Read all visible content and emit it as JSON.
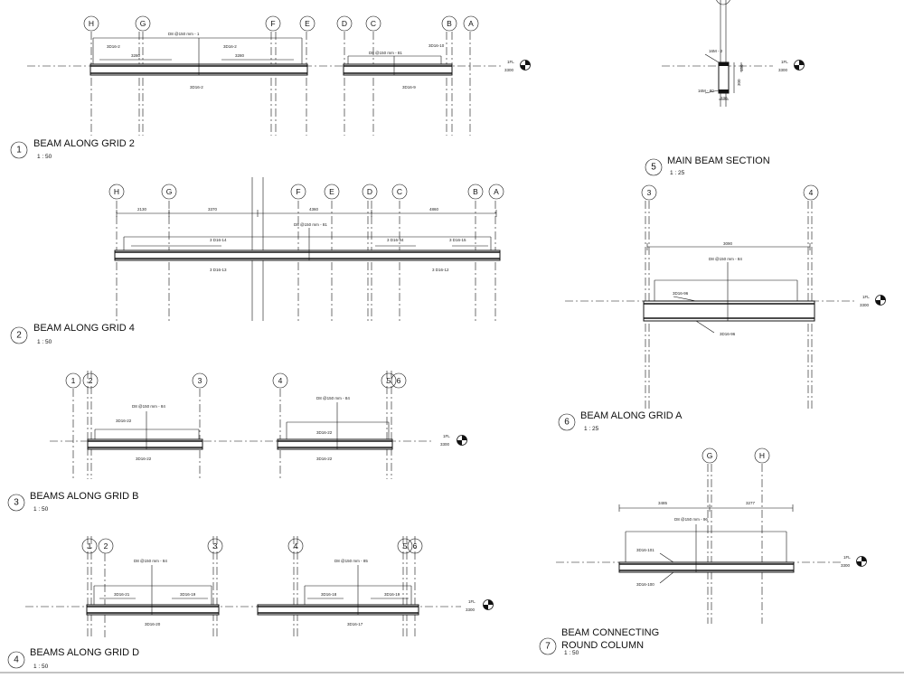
{
  "views": [
    {
      "number": "1",
      "title": "BEAM ALONG GRID 2",
      "scale": "1 : 50",
      "grids": [
        "H",
        "G",
        "F",
        "E",
        "D",
        "C",
        "B",
        "A"
      ],
      "notes": [
        "D8 @150 mm - 1",
        "3D16-2",
        "3D16-2",
        "3280",
        "3280",
        "3D16-2",
        "D8 @150 mm - 81",
        "3D16-10",
        "3D16-9"
      ],
      "level": {
        "name": "1FL",
        "value": "3300"
      }
    },
    {
      "number": "2",
      "title": "BEAM ALONG GRID 4",
      "scale": "1 : 50",
      "grids": [
        "H",
        "G",
        "F",
        "E",
        "D",
        "C",
        "B",
        "A"
      ],
      "notes": [
        "2130",
        "3370",
        "4360",
        "4860",
        "D8 @150 mm - 81",
        "3 D16-14",
        "3 D16-34",
        "3 D16-15",
        "3 D16-13",
        "3 D16-12"
      ]
    },
    {
      "number": "3",
      "title": "BEAMS ALONG GRID B",
      "scale": "1 : 50",
      "grids": [
        "1",
        "2",
        "3",
        "4",
        "5",
        "6"
      ],
      "notes": [
        "D8 @150 mm - 84",
        "3D16-22",
        "3D16-22",
        "D8 @150 mm - 84",
        "3D16-22",
        "3D16-22"
      ],
      "level": {
        "name": "1FL",
        "value": "3300"
      }
    },
    {
      "number": "4",
      "title": "BEAMS ALONG GRID D",
      "scale": "1 : 50",
      "grids": [
        "1",
        "2",
        "3",
        "4",
        "5",
        "6"
      ],
      "notes": [
        "D8 @150 mm - 84",
        "3D16-21",
        "3D16-19",
        "3D16-20",
        "D8 @150 mm - 85",
        "3D16-18",
        "3D16-19",
        "3D16-17"
      ],
      "level": {
        "name": "1FL",
        "value": "3300"
      }
    },
    {
      "number": "5",
      "title": "MAIN BEAM SECTION",
      "scale": "1 : 25",
      "notes": [
        "16M - 2",
        "16M - 80",
        "300",
        "150",
        "230"
      ],
      "level": {
        "name": "1FL",
        "value": "3300"
      }
    },
    {
      "number": "6",
      "title": "BEAM ALONG GRID A",
      "scale": "1 : 25",
      "grids": [
        "3",
        "4"
      ],
      "notes": [
        "3090",
        "D8 @150 mm - 84",
        "3D16-96",
        "3D16-96"
      ],
      "level": {
        "name": "1FL",
        "value": "3300"
      }
    },
    {
      "number": "7",
      "title": "BEAM CONNECTING",
      "title2": "ROUND COLUMN",
      "scale": "1 : 50",
      "grids": [
        "G",
        "H"
      ],
      "notes": [
        "3485",
        "3277",
        "D8 @150 mm - 96",
        "3D16-101",
        "3D16-100"
      ],
      "level": {
        "name": "1FL",
        "value": "3300"
      }
    }
  ]
}
